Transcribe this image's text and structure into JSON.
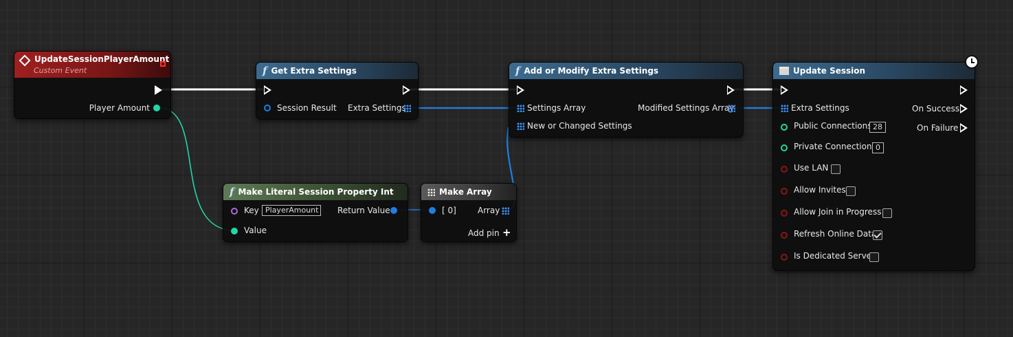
{
  "event_node": {
    "title": "UpdateSessionPlayerAmount",
    "subtitle": "Custom Event",
    "pin_player_amount": "Player Amount"
  },
  "get_extra_settings": {
    "title": "Get Extra Settings",
    "pin_session_result": "Session Result",
    "pin_extra_settings": "Extra Settings"
  },
  "add_modify": {
    "title": "Add or Modify Extra Settings",
    "pin_settings_array": "Settings Array",
    "pin_new_or_changed": "New or Changed Settings",
    "pin_modified_array": "Modified Settings Array"
  },
  "update_session": {
    "title": "Update Session",
    "pin_extra_settings": "Extra Settings",
    "pin_public_connections": "Public Connections",
    "public_connections_value": "28",
    "pin_private_connections": "Private Connections",
    "private_connections_value": "0",
    "pin_use_lan": "Use LAN",
    "use_lan": false,
    "pin_allow_invites": "Allow Invites",
    "allow_invites": false,
    "pin_allow_join": "Allow Join in Progress",
    "allow_join": false,
    "pin_refresh_online": "Refresh Online Data",
    "refresh_online": true,
    "pin_dedicated": "Is Dedicated Server",
    "dedicated": false,
    "pin_on_success": "On Success",
    "pin_on_failure": "On Failure"
  },
  "make_literal": {
    "title": "Make Literal Session Property Int",
    "pin_key": "Key",
    "key_value": "PlayerAmount",
    "pin_value": "Value",
    "pin_return": "Return Value"
  },
  "make_array": {
    "title": "Make Array",
    "pin_index0": "[ 0]",
    "pin_array": "Array",
    "add_pin": "Add pin"
  },
  "colors": {
    "exec_wire": "#ffffff",
    "int_wire": "#22d6a8",
    "struct_wire": "#1e7fe0",
    "event_header": "#9e2020",
    "function_header": "#3d6b8e",
    "pure_header": "#5f7a56"
  }
}
